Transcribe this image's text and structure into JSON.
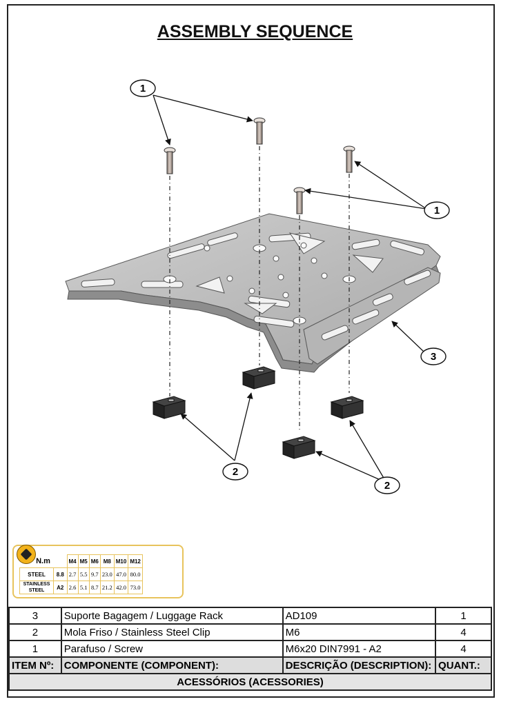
{
  "title": "ASSEMBLY SEQUENCE",
  "callouts": [
    "1",
    "1",
    "3",
    "2",
    "2"
  ],
  "torque": {
    "unit": "N.m",
    "sizes": [
      "M4",
      "M5",
      "M6",
      "M8",
      "M10",
      "M12"
    ],
    "rows": [
      {
        "material": "STEEL",
        "grade": "8.8",
        "values": [
          "2.7",
          "5.5",
          "9.7",
          "23.0",
          "47.0",
          "80.0"
        ]
      },
      {
        "material": "STAINLESS STEEL",
        "grade": "A2",
        "values": [
          "2.6",
          "5.1",
          "8.7",
          "21.2",
          "42.0",
          "73.0"
        ]
      }
    ]
  },
  "parts": {
    "rows": [
      {
        "item": "3",
        "component": "Suporte Bagagem / Luggage Rack",
        "description": "AD109",
        "qty": "1"
      },
      {
        "item": "2",
        "component": "Mola Friso / Stainless Steel Clip",
        "description": "M6",
        "qty": "4"
      },
      {
        "item": "1",
        "component": "Parafuso / Screw",
        "description": "M6x20 DIN7991 - A2",
        "qty": "4"
      }
    ],
    "headers": {
      "item": "ITEM Nº:",
      "component": "COMPONENTE (COMPONENT):",
      "description": "DESCRIÇÃO (DESCRIPTION):",
      "qty": "QUANT.:"
    },
    "footer": "ACESSÓRIOS (ACESSORIES)"
  }
}
